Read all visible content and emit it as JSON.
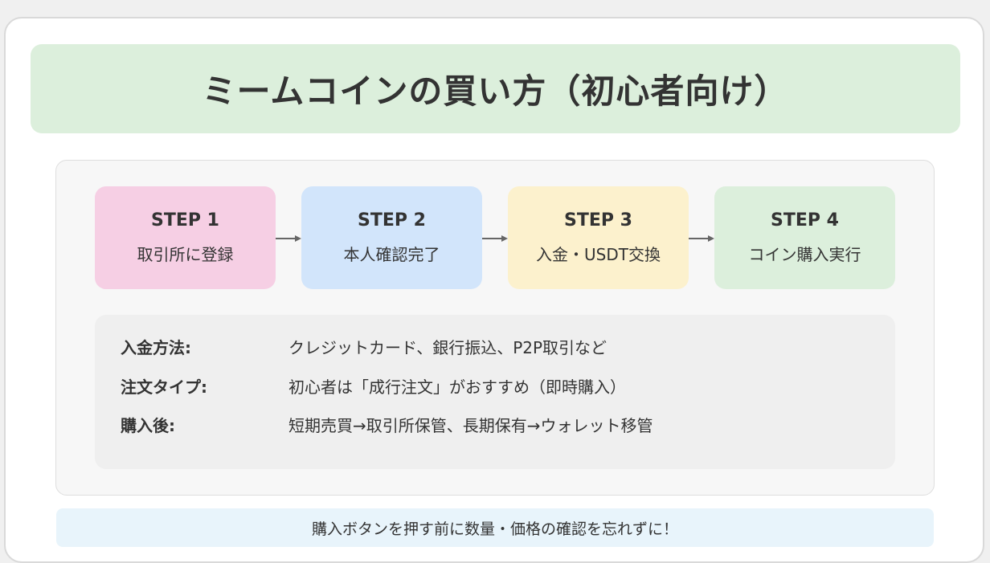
{
  "title": "ミームコインの買い方（初心者向け）",
  "steps": [
    {
      "label": "STEP 1",
      "desc": "取引所に登録",
      "color": "#f6cfe4"
    },
    {
      "label": "STEP 2",
      "desc": "本人確認完了",
      "color": "#d2e5fb"
    },
    {
      "label": "STEP 3",
      "desc": "入金・USDT交換",
      "color": "#fcf1cd"
    },
    {
      "label": "STEP 4",
      "desc": "コイン購入実行",
      "color": "#dcefdc"
    }
  ],
  "info": [
    {
      "key": "入金方法:",
      "value": "クレジットカード、銀行振込、P2P取引など"
    },
    {
      "key": "注文タイプ:",
      "value": "初心者は「成行注文」がおすすめ（即時購入）"
    },
    {
      "key": "購入後:",
      "value": "短期売買→取引所保管、長期保有→ウォレット移管"
    }
  ],
  "note": "購入ボタンを押す前に数量・価格の確認を忘れずに！",
  "colors": {
    "title_bg": "#dcefdc",
    "panel_bg": "#f7f7f7",
    "info_bg": "#efefef",
    "note_bg": "#e8f4fb",
    "arrow": "#666666",
    "text": "#333333"
  }
}
